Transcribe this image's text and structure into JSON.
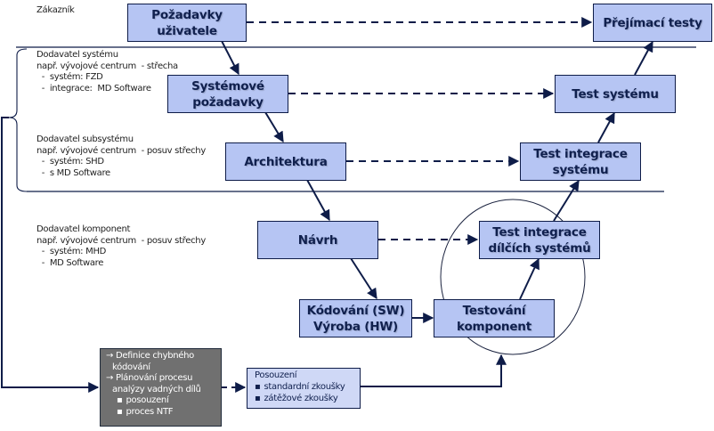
{
  "colors": {
    "box_fill": "#b6c5f3",
    "box_border": "#0e1c48",
    "box_text": "#10204e",
    "grey_box_fill": "#707070",
    "assessment_box_fill": "#cfd8f6",
    "connector": "#0e1c48"
  },
  "labels": {
    "customer": "Zákazník",
    "system_supplier": {
      "title": "Dodavatel systému",
      "lines": [
        "např. vývojové centrum  - střecha",
        "  -  systém: FZD",
        "  -  integrace:  MD Software"
      ]
    },
    "subsystem_supplier": {
      "title": "Dodavatel subsystému",
      "lines": [
        "např. vývojové centrum  - posuv střechy",
        "  -  systém: SHD",
        "  -  s MD Software"
      ]
    },
    "component_supplier": {
      "title": "Dodavatel komponent",
      "lines": [
        "např. vývojové centrum  - posuv střechy",
        "  -  systém: MHD",
        "  -  MD Software"
      ]
    }
  },
  "boxes": {
    "user_requirements": [
      "Požadavky",
      "uživatele"
    ],
    "acceptance_tests": [
      "Přejímací testy"
    ],
    "system_requirements": [
      "Systémové",
      "požadavky"
    ],
    "system_test": [
      "Test systému"
    ],
    "architecture": [
      "Architektura"
    ],
    "system_integration_test": [
      "Test integrace",
      "systému"
    ],
    "design": [
      "Návrh"
    ],
    "subsystem_integration_test": [
      "Test integrace",
      "dílčích systémů"
    ],
    "coding_production": [
      "Kódování (SW)",
      "Výroba (HW)"
    ],
    "component_testing": [
      "Testování",
      "komponent"
    ]
  },
  "failure_analysis_box": {
    "lines": [
      {
        "text": "→ Definice chybného",
        "type": "arrow"
      },
      {
        "text": "kódování",
        "type": "indent"
      },
      {
        "text": "→ Plánování procesu",
        "type": "arrow"
      },
      {
        "text": "analýzy vadných dílů",
        "type": "indent"
      },
      {
        "text": "posouzení",
        "type": "bullet"
      },
      {
        "text": "proces NTF",
        "type": "bullet"
      }
    ]
  },
  "assessment_box": {
    "title": "Posouzení",
    "items": [
      "standardní zkoušky",
      "zátěžové zkoušky"
    ]
  }
}
